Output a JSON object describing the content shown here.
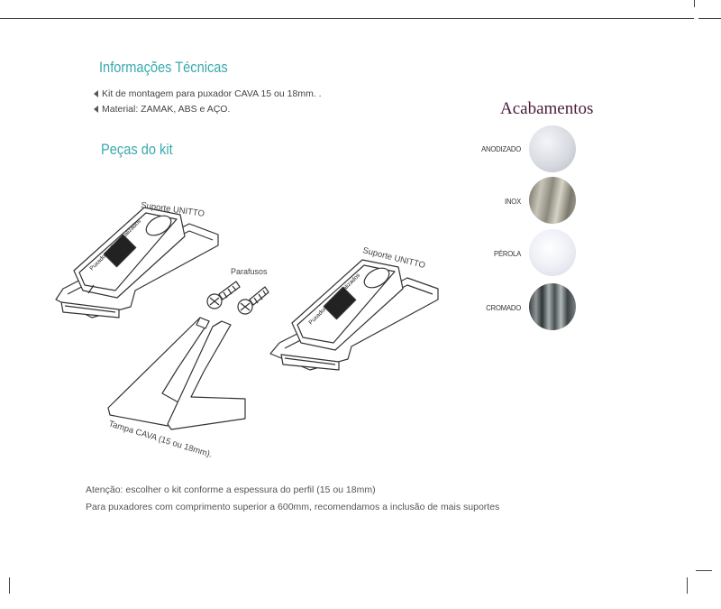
{
  "info": {
    "title": "Informações Técnicas",
    "items": [
      "Kit de montagem para puxador CAVA 15 ou 18mm. .",
      "Material: ZAMAK, ABS e AÇO."
    ]
  },
  "parts": {
    "title": "Peças do kit",
    "label_support_left": "Suporte UNITTO",
    "label_support_right": "Suporte UNITTO",
    "label_screws": "Parafusos",
    "label_cover": "Tampa CAVA (15 ou 18mm)."
  },
  "finishes": {
    "title": "Acabamentos",
    "items": [
      {
        "label": "ANODIZADO"
      },
      {
        "label": "INOX"
      },
      {
        "label": "PÉROLA"
      },
      {
        "label": "CROMADO"
      }
    ]
  },
  "notes": [
    "Atenção: escolher o kit conforme a espessura do perfil (15 ou 18mm)",
    "Para puxadores com comprimento superior a 600mm, recomendamos a inclusão de mais suportes"
  ],
  "colors": {
    "heading": "#3aa9ad",
    "acabamentos_title": "#4a1a3c"
  }
}
